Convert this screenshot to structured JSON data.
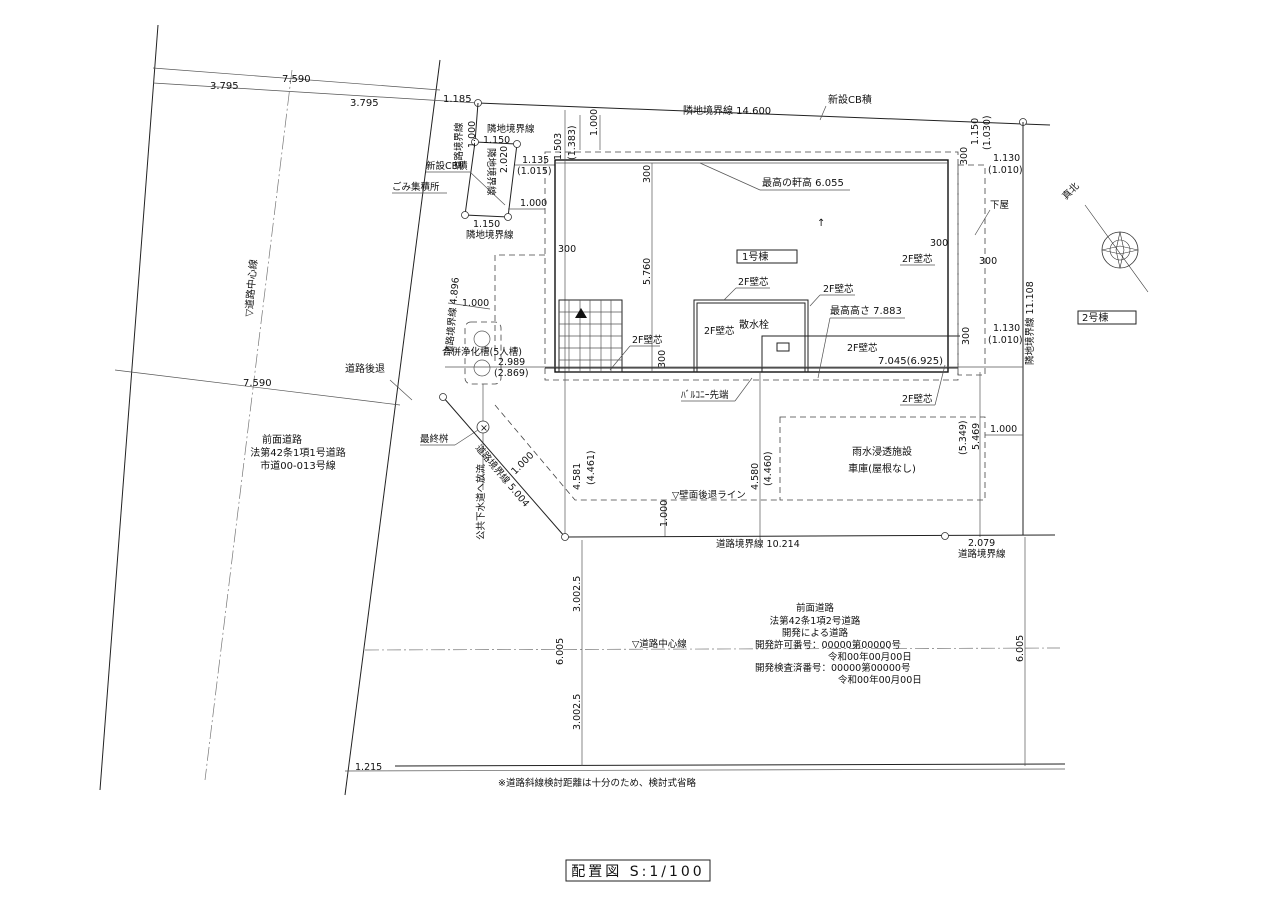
{
  "drawing": {
    "title": "配置図 S:1/100",
    "note": "※道路斜線検討距離は十分のため、検討式省略",
    "building_1": "1号棟",
    "building_2": "2号棟",
    "north_label": "真北"
  },
  "labels": {
    "top_total": "7.590",
    "top_half_left": "3.795",
    "top_half_right": "3.795",
    "dim_1185": "1.185",
    "north_boundary": "隣地境界線 14.600",
    "new_cb": "新設CB積",
    "road_boundary_1000": "道路境界線",
    "dim_1000_a": "1.000",
    "neighbor_boundary_top": "隣地境界線",
    "dim_1150_top": "1.150",
    "neighbor_boundary_side": "隣地境界線",
    "dim_2020": "2.020",
    "new_cb_left": "新設CB積",
    "garbage": "ごみ集積所",
    "dim_1150_bottom": "1.150",
    "neighbor_boundary_bottom": "隣地境界線",
    "dim_1503": "1.503",
    "dim_1383": "(1.383)",
    "dim_1000_top": "1.000",
    "dim_1135": "1.135",
    "dim_1015": "(1.015)",
    "dim_1000_b": "1.000",
    "dim_300_tl": "300",
    "dim_300_top": "300",
    "eave_height": "最高の軒高 6.055",
    "dim_5760": "5.760",
    "wall_2f_a": "2F壁芯",
    "wall_2f_b": "2F壁芯",
    "wall_2f_c": "2F壁芯",
    "wall_2f_d": "2F壁芯",
    "wall_2f_e": "2F壁芯",
    "wall_2f_f": "2F壁芯",
    "wall_2f_g": "2F壁芯",
    "max_height": "最高高さ 7.883",
    "sprinkler": "散水栓",
    "dim_300_bal": "300",
    "dim_7045": "7.045(6.925)",
    "balcony_edge": "ﾊﾞﾙｺﾆｰ先端",
    "dim_300_r1": "300",
    "dim_300_r2": "300",
    "dim_300_r3": "300",
    "dim_300_r4": "300",
    "dim_1150_r": "1.150",
    "dim_1030_r": "(1.030)",
    "dim_1130_a": "1.130",
    "dim_1010_a": "(1.010)",
    "dim_1130_b": "1.130",
    "dim_1010_b": "(1.010)",
    "lower_roof": "下屋",
    "east_boundary": "隣地境界線 11.108",
    "road_boundary_4896": "道路境界線 4.896",
    "dim_1000_c": "1.000",
    "septic": "合併浄化槽(5人槽)",
    "dim_2989": "2.989",
    "dim_2869": "(2.869)",
    "setback_road": "道路後退",
    "dim_7590_mid": "7.590",
    "final_basin": "最終桝",
    "sewer_discharge": "公共下水道へ放流",
    "road_boundary_5004": "道路境界線 5.004",
    "dim_1000_d": "1.000",
    "dim_4581": "4.581",
    "dim_4461": "(4.461)",
    "dim_4580": "4.580",
    "dim_4460": "(4.460)",
    "rain_facility": "雨水浸透施設",
    "garage": "車庫(屋根なし)",
    "dim_5349": "(5.349)",
    "dim_5469": "5.469",
    "dim_1000_e": "1.000",
    "wall_setback_line": "▽壁面後退ライン",
    "dim_1000_f": "1.000",
    "south_boundary": "道路境界線 10.214",
    "dim_2079": "2.079",
    "road_boundary_se": "道路境界線",
    "front_road_left_1": "前面道路",
    "front_road_left_2": "法第42条1項1号道路",
    "front_road_left_3": "市道00-013号線",
    "road_center_left": "▽道路中心線",
    "front_road_1": "前面道路",
    "front_road_2": "法第42条1項2号道路",
    "front_road_3": "開発による道路",
    "permit_no": "開発許可番号：00000第00000号",
    "permit_date": "令和00年00月00日",
    "inspection_no": "開発検査済番号：00000第00000号",
    "inspection_date": "令和00年00月00日",
    "road_center_bottom": "▽道路中心線",
    "dim_30025_a": "3.002.5",
    "dim_30025_b": "3.002.5",
    "dim_6005_l": "6.005",
    "dim_6005_r": "6.005",
    "dim_1215": "1.215"
  }
}
